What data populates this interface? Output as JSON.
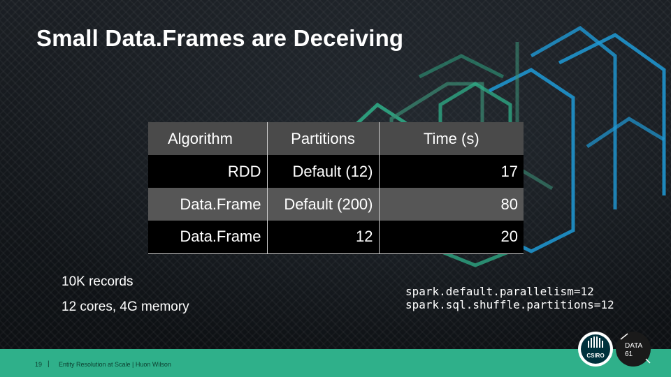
{
  "slide": {
    "title": "Small Data.Frames are Deceiving"
  },
  "table": {
    "headers": [
      "Algorithm",
      "Partitions",
      "Time (s)"
    ],
    "rows": [
      [
        "RDD",
        "Default (12)",
        "17"
      ],
      [
        "Data.Frame",
        "Default (200)",
        "80"
      ],
      [
        "Data.Frame",
        "12",
        "20"
      ]
    ]
  },
  "notes": {
    "records": "10K records",
    "cores": "12 cores, 4G memory"
  },
  "config": {
    "line1": "spark.default.parallelism=12",
    "line2": "spark.sql.shuffle.partitions=12"
  },
  "footer": {
    "page_number": "19",
    "separator": "|",
    "text": "Entity Resolution at Scale  |  Huon Wilson"
  },
  "logos": {
    "csiro": "CSIRO",
    "data61_line1": "DATA",
    "data61_line2": "61"
  },
  "colors": {
    "accent_green": "#2fb08a",
    "accent_blue": "#1f9ad6",
    "header_gray": "#4a4a4a",
    "row_gray": "#565656"
  }
}
